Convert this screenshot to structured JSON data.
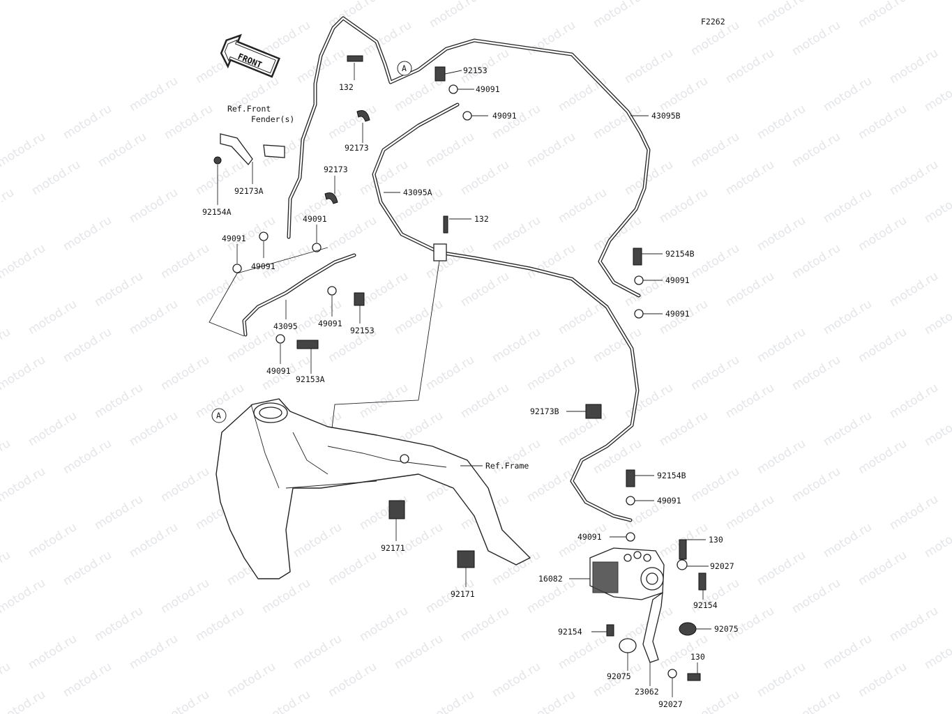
{
  "diagram": {
    "figure_code": "F2262",
    "watermark_text": "motod.ru",
    "front_arrow_label": "FRONT",
    "ref_labels": {
      "front_fender_line1": "Ref.Front",
      "front_fender_line2": "Fender(s)",
      "frame": "Ref.Frame"
    },
    "circle_marker": "A",
    "part_labels": [
      {
        "id": "p132_top",
        "text": "132"
      },
      {
        "id": "p92153_top",
        "text": "92153"
      },
      {
        "id": "p49091_a",
        "text": "49091"
      },
      {
        "id": "p49091_b",
        "text": "49091"
      },
      {
        "id": "p43095B",
        "text": "43095B"
      },
      {
        "id": "p92173_a",
        "text": "92173"
      },
      {
        "id": "p92173_b",
        "text": "92173"
      },
      {
        "id": "p43095A",
        "text": "43095A"
      },
      {
        "id": "p132_mid",
        "text": "132"
      },
      {
        "id": "p92173A",
        "text": "92173A"
      },
      {
        "id": "p92154A",
        "text": "92154A"
      },
      {
        "id": "p49091_c",
        "text": "49091"
      },
      {
        "id": "p49091_d",
        "text": "49091"
      },
      {
        "id": "p49091_e",
        "text": "49091"
      },
      {
        "id": "p43095",
        "text": "43095"
      },
      {
        "id": "p49091_f",
        "text": "49091"
      },
      {
        "id": "p92153_mid",
        "text": "92153"
      },
      {
        "id": "p49091_g",
        "text": "49091"
      },
      {
        "id": "p92153A",
        "text": "92153A"
      },
      {
        "id": "p92154B_a",
        "text": "92154B"
      },
      {
        "id": "p49091_h",
        "text": "49091"
      },
      {
        "id": "p49091_i",
        "text": "49091"
      },
      {
        "id": "p92173B",
        "text": "92173B"
      },
      {
        "id": "p92154B_b",
        "text": "92154B"
      },
      {
        "id": "p49091_j",
        "text": "49091"
      },
      {
        "id": "p49091_k",
        "text": "49091"
      },
      {
        "id": "p130_a",
        "text": "130"
      },
      {
        "id": "p92027_a",
        "text": "92027"
      },
      {
        "id": "p16082",
        "text": "16082"
      },
      {
        "id": "p92154_a",
        "text": "92154"
      },
      {
        "id": "p92154_b",
        "text": "92154"
      },
      {
        "id": "p92075_a",
        "text": "92075"
      },
      {
        "id": "p130_b",
        "text": "130"
      },
      {
        "id": "p92075_b",
        "text": "92075"
      },
      {
        "id": "p23062",
        "text": "23062"
      },
      {
        "id": "p92027_b",
        "text": "92027"
      },
      {
        "id": "p92171_a",
        "text": "92171"
      },
      {
        "id": "p92171_b",
        "text": "92171"
      }
    ]
  }
}
